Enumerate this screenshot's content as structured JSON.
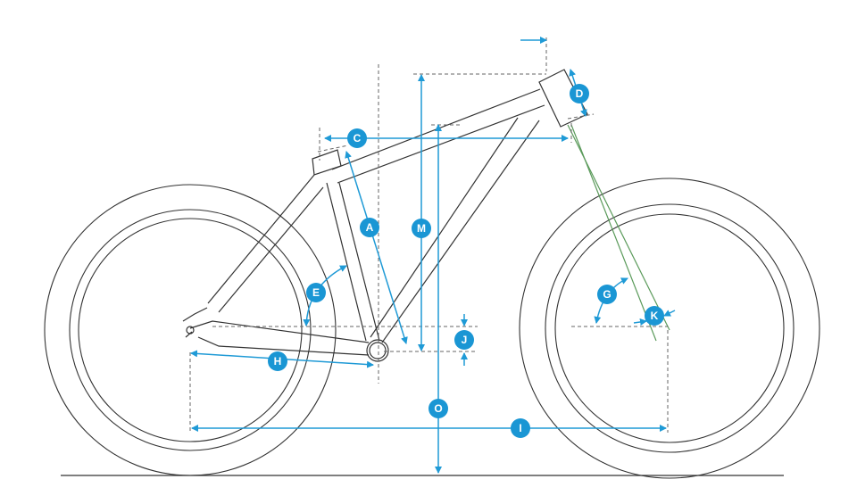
{
  "diagram": {
    "title": "Bike frame geometry",
    "accent_color": "#1a96d4",
    "labels": {
      "A": "A",
      "C": "C",
      "D": "D",
      "E": "E",
      "G": "G",
      "H": "H",
      "I": "I",
      "J": "J",
      "K": "K",
      "M": "M",
      "O": "O"
    }
  }
}
